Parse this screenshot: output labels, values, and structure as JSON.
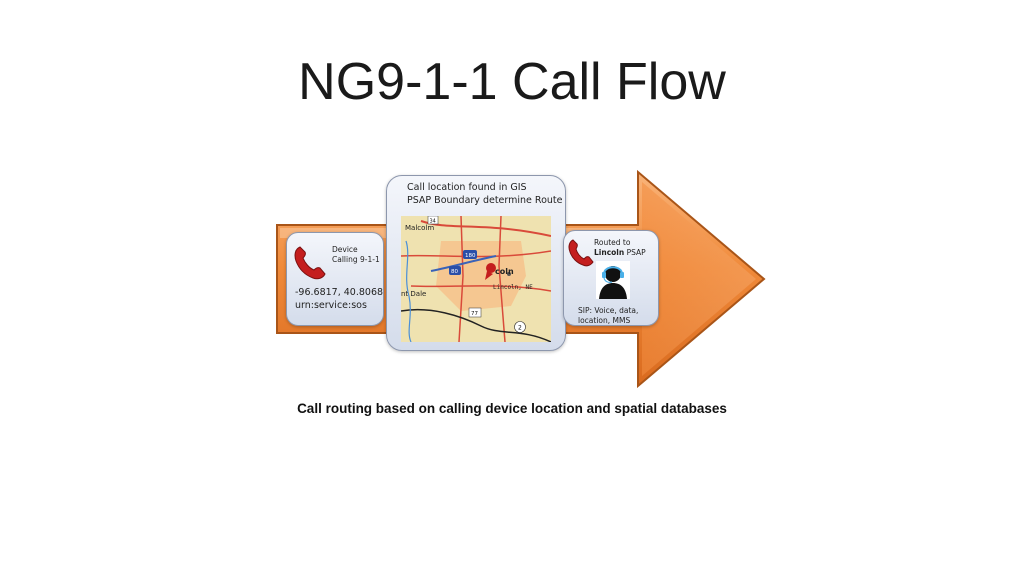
{
  "title": "NG9-1-1 Call Flow",
  "device_card": {
    "line1": "Device",
    "line2": "Calling 9-1-1",
    "coords": "-96.6817, 40.8068",
    "urn": "urn:service:sos"
  },
  "gis_card": {
    "line1": "Call location found in GIS",
    "line2": "PSAP Boundary determine Route",
    "map": {
      "label_malcolm": "Malcolm",
      "label_lincoln": "coln",
      "label_lincoln_ne": "Lincoln, NE",
      "label_dale": "nt Dale",
      "shield_34": "34",
      "shield_180": "180",
      "shield_80": "80",
      "shield_77": "77",
      "shield_2": "2"
    }
  },
  "psap_card": {
    "line1": "Routed to",
    "line2_bold": "Lincoln",
    "line2_rest": " PSAP",
    "sip_line1": "SIP: Voice, data,",
    "sip_line2": "location, MMS"
  },
  "caption": "Call routing based on calling device location and spatial databases",
  "colors": {
    "arrow": "#f08a3a",
    "arrow_edge": "#b85a1a",
    "phone": "#c41e1e"
  }
}
